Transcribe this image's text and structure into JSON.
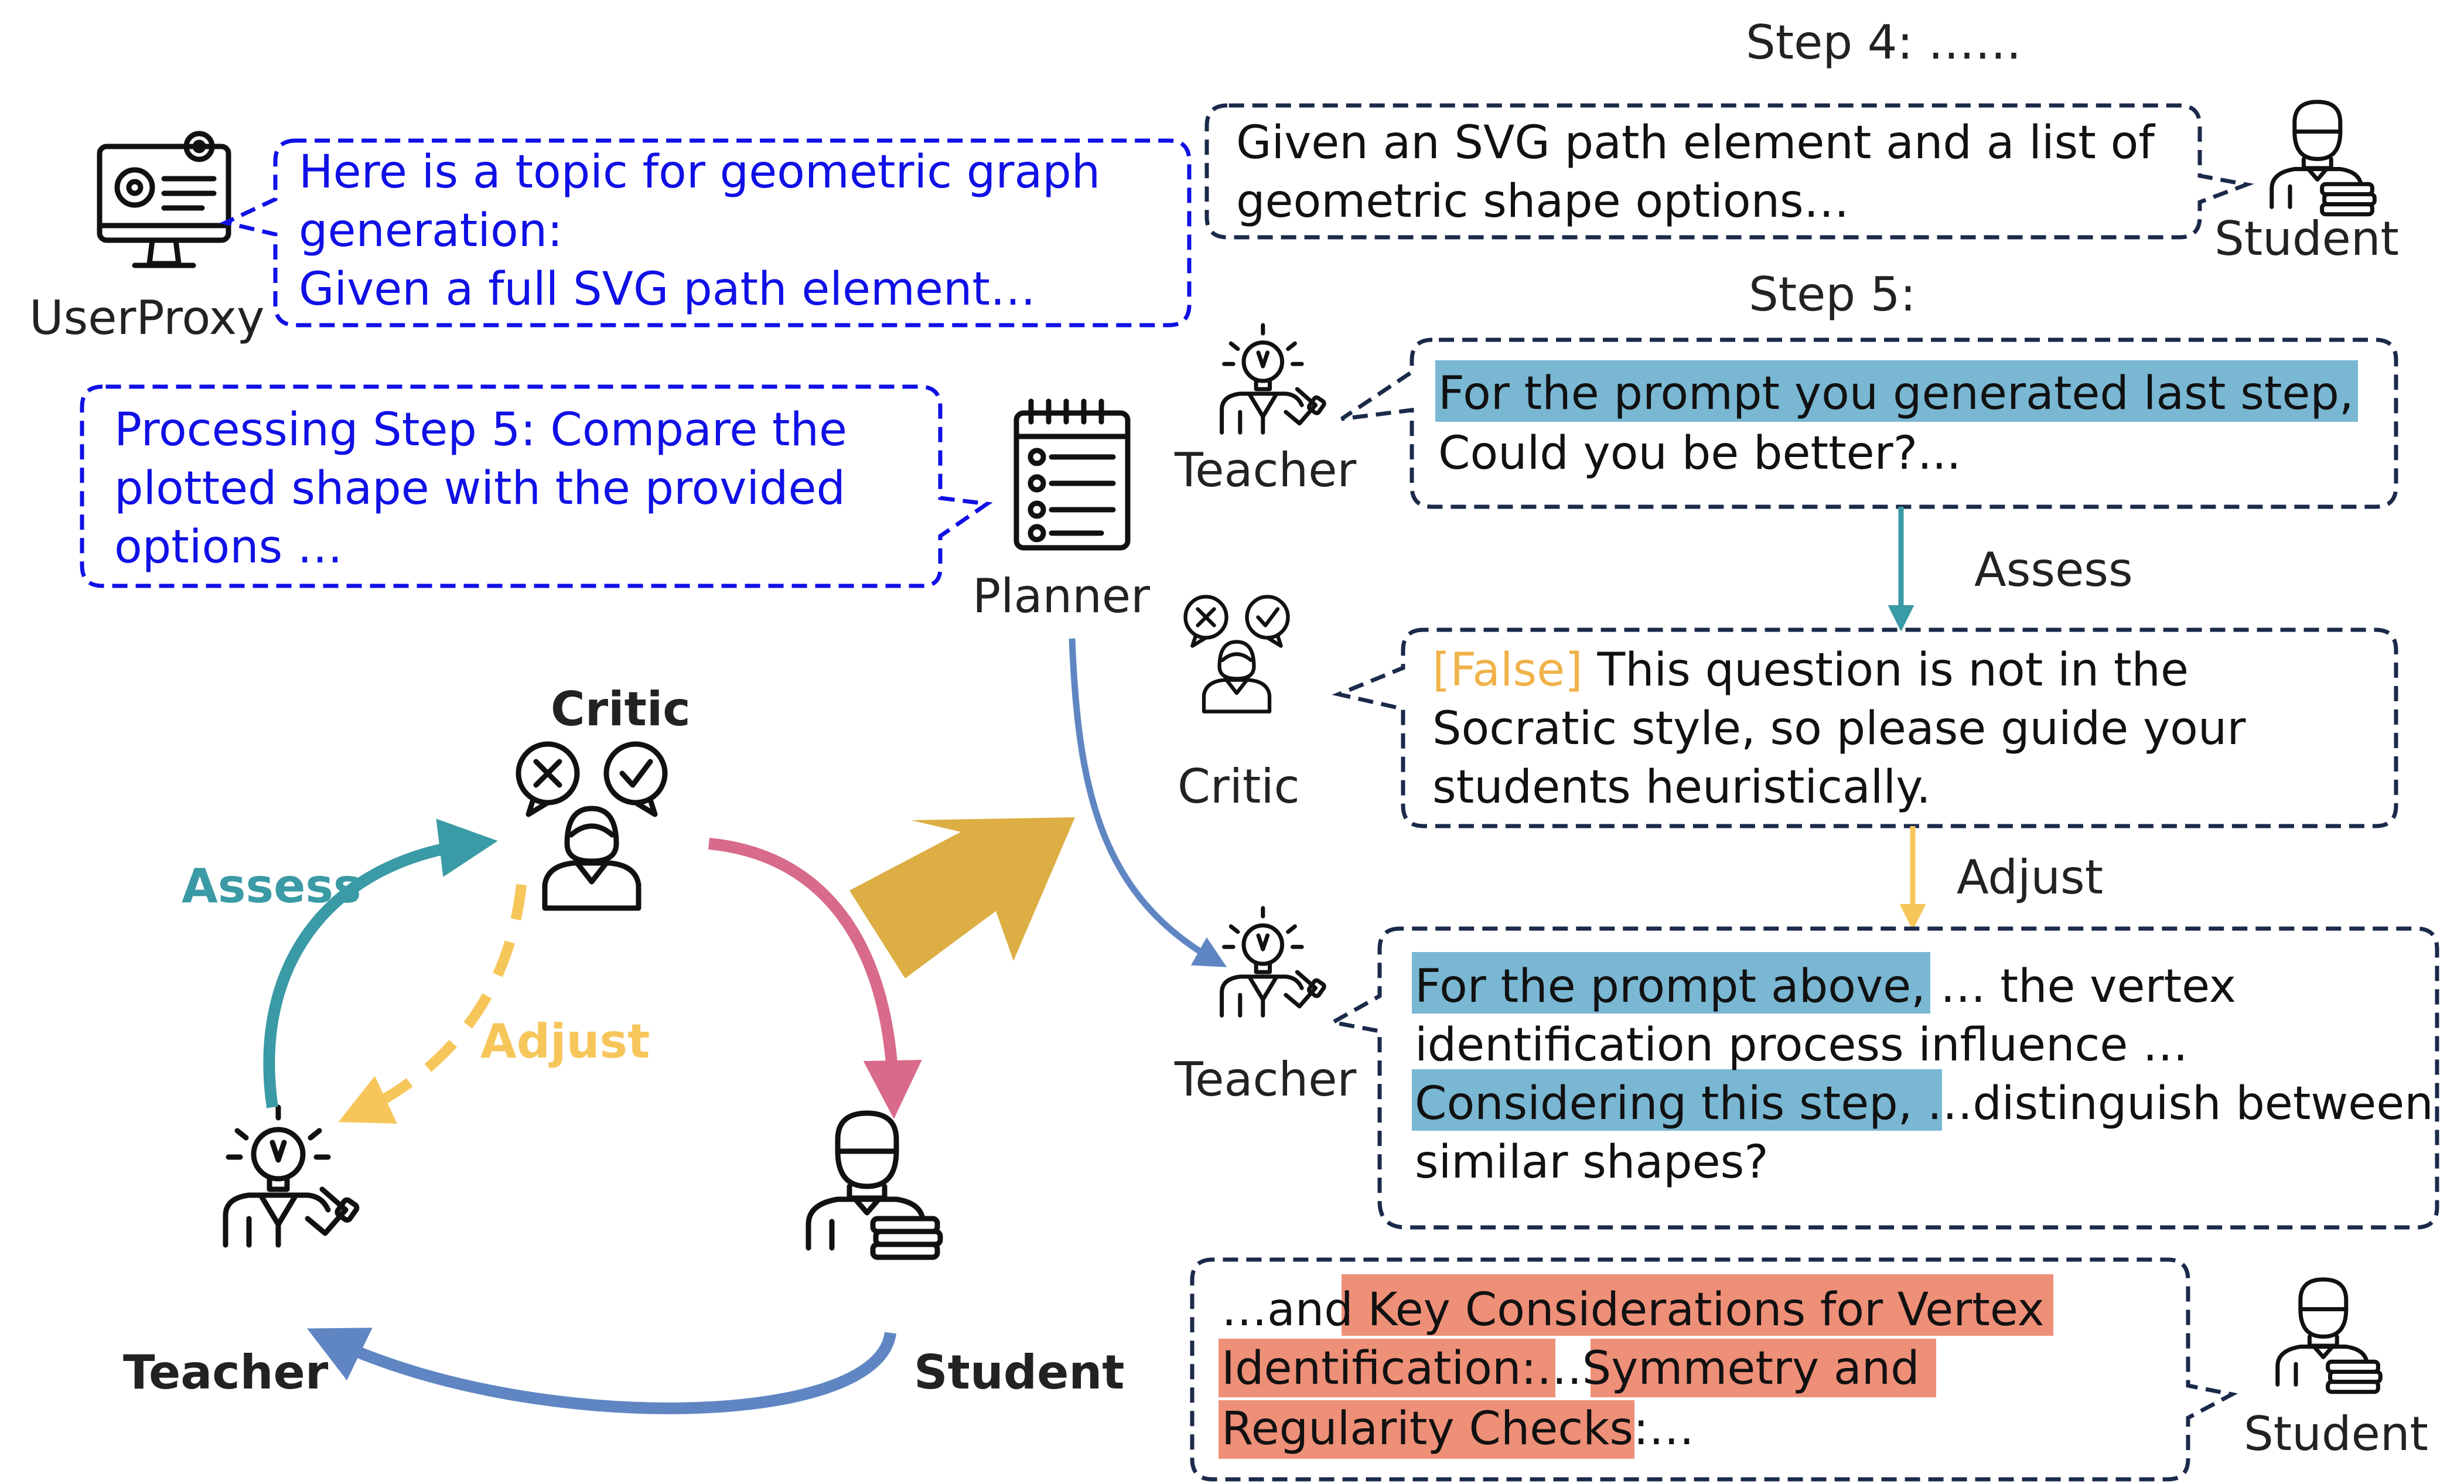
{
  "colors": {
    "blue_text": "#1010e6",
    "navy_border": "#1b2a4a",
    "teal": "#3a9aa5",
    "yellow": "#f7c65b",
    "pink": "#d86a8a",
    "steel_blue": "#5f86c2",
    "gold_arrow": "#dcae43",
    "highlight_blue": "#79b7d3",
    "highlight_salmon": "#ee8f78",
    "false_tag": "#f0b24a"
  },
  "labels": {
    "userproxy": "UserProxy",
    "planner": "Planner",
    "student_top": "Student",
    "teacher_1": "Teacher",
    "critic_right": "Critic",
    "teacher_2": "Teacher",
    "student_bottom": "Student",
    "step4": "Step 4: ……",
    "step5": "Step 5:",
    "assess_right": "Assess",
    "adjust_right": "Adjust"
  },
  "cycle": {
    "critic": "Critic",
    "teacher": "Teacher",
    "student": "Student",
    "assess": "Assess",
    "adjust": "Adjust"
  },
  "bubbles": {
    "userproxy": [
      "Here is a topic for geometric graph",
      "generation:",
      "Given a full SVG path element…"
    ],
    "planner": [
      "Processing Step 5: Compare the",
      "plotted shape with the provided",
      "options …"
    ],
    "step4_student": [
      "Given an SVG path element and a list of",
      "geometric shape options…"
    ],
    "teacher_1": {
      "line1": "For the prompt you generated last step,",
      "line2": "Could you be better?..."
    },
    "critic": {
      "tag": "[False]",
      "line1_rest": " This question is not in the",
      "line2": "Socratic style, so please guide your",
      "line3": "students heuristically."
    },
    "teacher_2": {
      "l1_hl": "For the prompt above,",
      "l1_rest": " … the vertex",
      "l2": "identification process influence …",
      "l3_hl": "Considering this step,",
      "l3_rest": " …distinguish between",
      "l4": "similar shapes?"
    },
    "student_final": {
      "l1_plain": "…and ",
      "l1_hl": "Key Considerations for Vertex",
      "l2_hl_a": "Identification:",
      "l2_mid": "…",
      "l2_hl_b": "Symmetry and",
      "l3_hl": "Regularity Checks",
      "l3_rest": ":…"
    }
  }
}
